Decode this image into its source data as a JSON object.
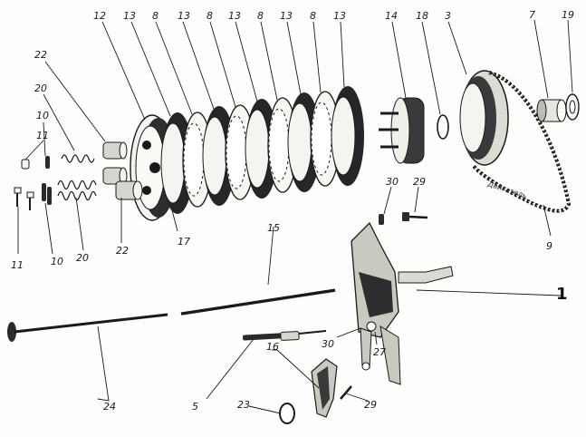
{
  "callouts": {
    "c1": "1",
    "c3": "3",
    "c5": "5",
    "c7": "7",
    "c8a": "8",
    "c8b": "8",
    "c8c": "8",
    "c8d": "8",
    "c9": "9",
    "c10a": "10",
    "c10b": "10",
    "c11a": "11",
    "c11b": "11",
    "c12": "12",
    "c13a": "13",
    "c13b": "13",
    "c13c": "13",
    "c13d": "13",
    "c13e": "13",
    "c14": "14",
    "c15": "15",
    "c16": "16",
    "c17": "17",
    "c18": "18",
    "c19": "19",
    "c20a": "20",
    "c20b": "20",
    "c22a": "22",
    "c22b": "22",
    "c23": "23",
    "c24": "24",
    "c27": "27",
    "c29a": "29",
    "c29b": "29",
    "c30a": "30",
    "c30b": "30"
  },
  "chain_inscription": "Двигатель"
}
